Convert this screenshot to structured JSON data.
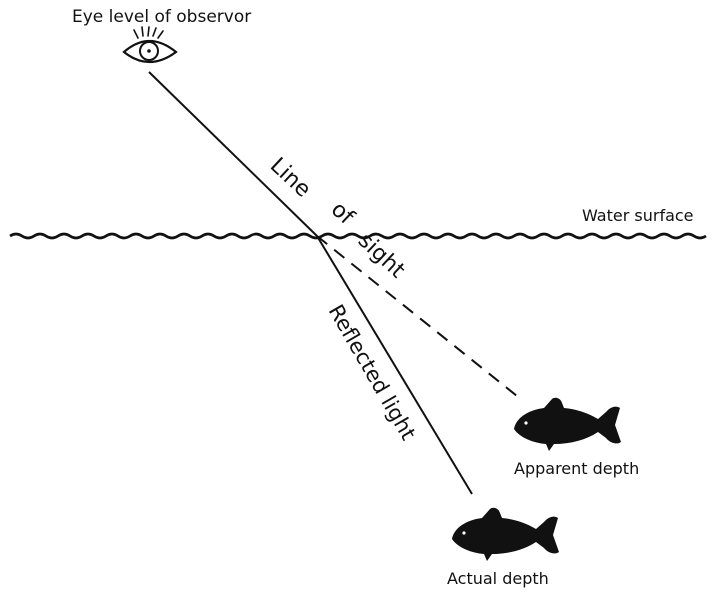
{
  "labels": {
    "observer": "Eye level of observor",
    "water_surface": "Water surface",
    "line_word_1": "Line",
    "line_word_2": "of",
    "line_word_3": "sight",
    "reflected_light": "Reflected light",
    "apparent_depth": "Apparent depth",
    "actual_depth": "Actual depth"
  },
  "colors": {
    "ink": "#111111",
    "background": "#ffffff"
  },
  "icons": {
    "observer": "eye-icon",
    "fish": "fish-silhouette-icon"
  }
}
